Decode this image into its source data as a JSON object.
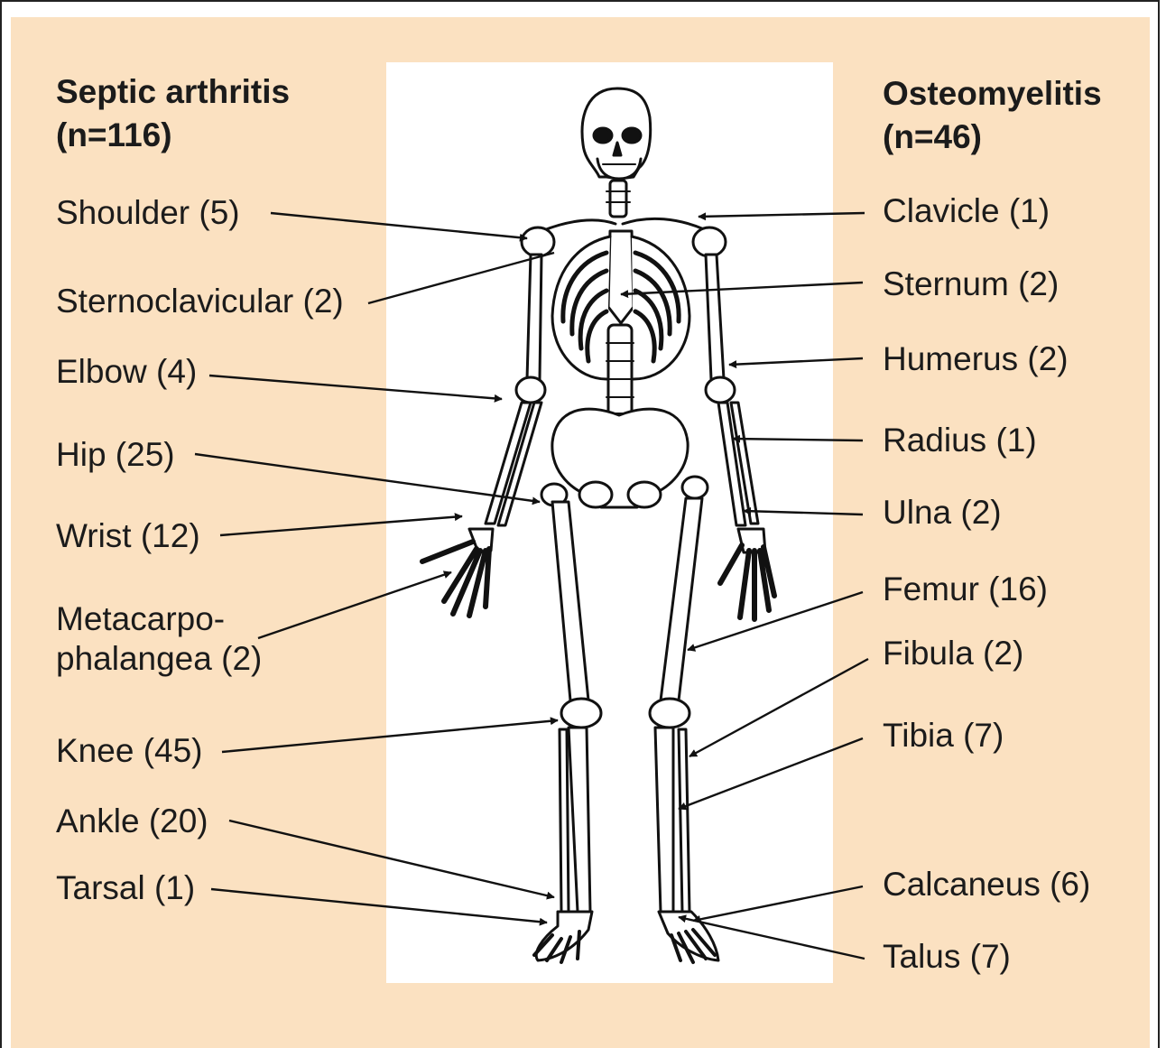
{
  "left_header": {
    "line1": "Septic arthritis",
    "line2": "(n=116)"
  },
  "right_header": {
    "line1": "Osteomyelitis",
    "line2": "(n=46)"
  },
  "left_labels": {
    "shoulder": "Shoulder (5)",
    "sternoclavicular": "Sternoclavicular (2)",
    "elbow": "Elbow (4)",
    "hip": "Hip (25)",
    "wrist": "Wrist (12)",
    "metacarpo_line1": "Metacarpo-",
    "metacarpo_line2": "phalangea (2)",
    "knee": "Knee (45)",
    "ankle": "Ankle (20)",
    "tarsal": "Tarsal (1)"
  },
  "right_labels": {
    "clavicle": "Clavicle (1)",
    "sternum": "Sternum (2)",
    "humerus": "Humerus (2)",
    "radius": "Radius (1)",
    "ulna": "Ulna (2)",
    "femur": "Femur (16)",
    "fibula": "Fibula (2)",
    "tibia": "Tibia (7)",
    "calcaneus": "Calcaneus (6)",
    "talus": "Talus (7)"
  },
  "colors": {
    "panel": "#fbe1c1",
    "ink": "#1b1b1b",
    "strip": "#ffffff"
  }
}
